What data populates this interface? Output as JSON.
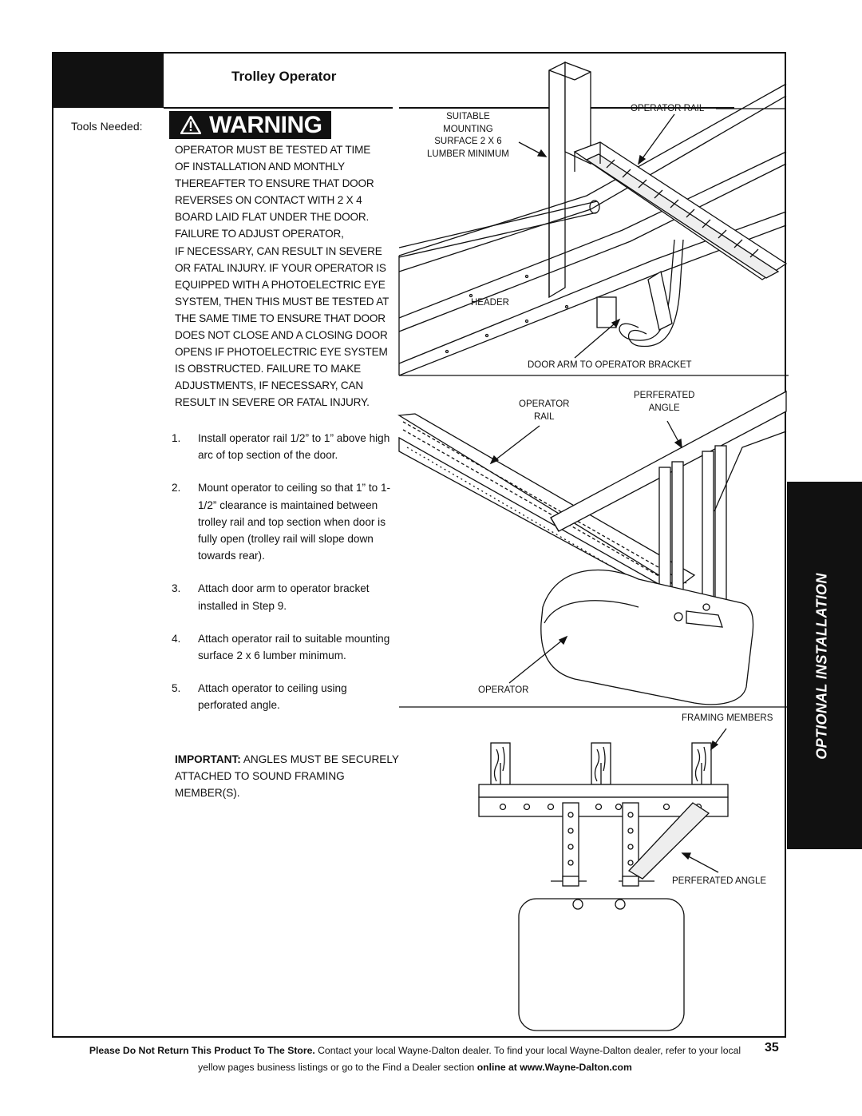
{
  "header": {
    "title": "Trolley Operator",
    "tools_needed_label": "Tools Needed:"
  },
  "warning": {
    "badge": "WARNING",
    "lines": [
      "OPERATOR MUST BE TESTED AT TIME",
      "OF INSTALLATION AND MONTHLY",
      "THEREAFTER TO ENSURE THAT DOOR",
      "REVERSES ON CONTACT WITH 2 X 4",
      "BOARD LAID FLAT UNDER THE DOOR.",
      "FAILURE TO ADJUST OPERATOR,",
      "IF NECESSARY, CAN RESULT IN SEVERE",
      "OR FATAL INJURY. IF YOUR OPERATOR IS",
      "EQUIPPED WITH A PHOTOELECTRIC EYE",
      "SYSTEM, THEN THIS MUST BE TESTED AT",
      "THE SAME TIME TO ENSURE THAT DOOR",
      "DOES NOT CLOSE AND A CLOSING DOOR",
      "OPENS IF PHOTOELECTRIC EYE SYSTEM",
      "IS OBSTRUCTED. FAILURE TO MAKE",
      "ADJUSTMENTS, IF NECESSARY, CAN",
      "RESULT IN SEVERE OR FATAL INJURY."
    ]
  },
  "steps": [
    {
      "num": "1.",
      "text": "Install operator rail 1/2” to 1” above high arc of top section of the door."
    },
    {
      "num": "2.",
      "text": "Mount operator to ceiling so that 1” to 1-1/2” clearance is maintained between trolley rail and top section when door is fully open (trolley rail will slope down towards rear)."
    },
    {
      "num": "3.",
      "text": "Attach door arm to operator bracket installed in Step 9."
    },
    {
      "num": "4.",
      "text": "Attach operator rail to suitable mounting surface 2 x 6 lumber minimum."
    },
    {
      "num": "5.",
      "text": "Attach operator to ceiling using perforated angle."
    }
  ],
  "important": {
    "lead": "IMPORTANT:",
    "text": " ANGLES MUST BE SECURELY  ATTACHED TO SOUND FRAMING MEMBER(S)."
  },
  "labels": {
    "suitable_mounting": [
      "SUITABLE",
      "MOUNTING",
      "SURFACE 2 X 6",
      "LUMBER MINIMUM"
    ],
    "operator_rail_top": "OPERATOR RAIL",
    "header": "HEADER",
    "door_arm_bracket": "DOOR ARM TO OPERATOR BRACKET",
    "operator_rail_mid": [
      "OPERATOR",
      "RAIL"
    ],
    "perferated_angle_mid": [
      "PERFERATED",
      "ANGLE"
    ],
    "operator": "OPERATOR",
    "framing_members": "FRAMING MEMBERS",
    "perferated_angle_bottom": "PERFERATED ANGLE"
  },
  "side_tab": "OPTIONAL INSTALLATION",
  "footer": {
    "bold_lead": "Please Do Not Return This Product To The Store.",
    "line1_rest": " Contact your local Wayne-Dalton dealer. To find your local Wayne-Dalton dealer, refer to your local",
    "line2_pre": "yellow pages business listings or go to the Find a Dealer section ",
    "line2_bold": "online at www.Wayne-Dalton.com",
    "page_number": "35"
  }
}
